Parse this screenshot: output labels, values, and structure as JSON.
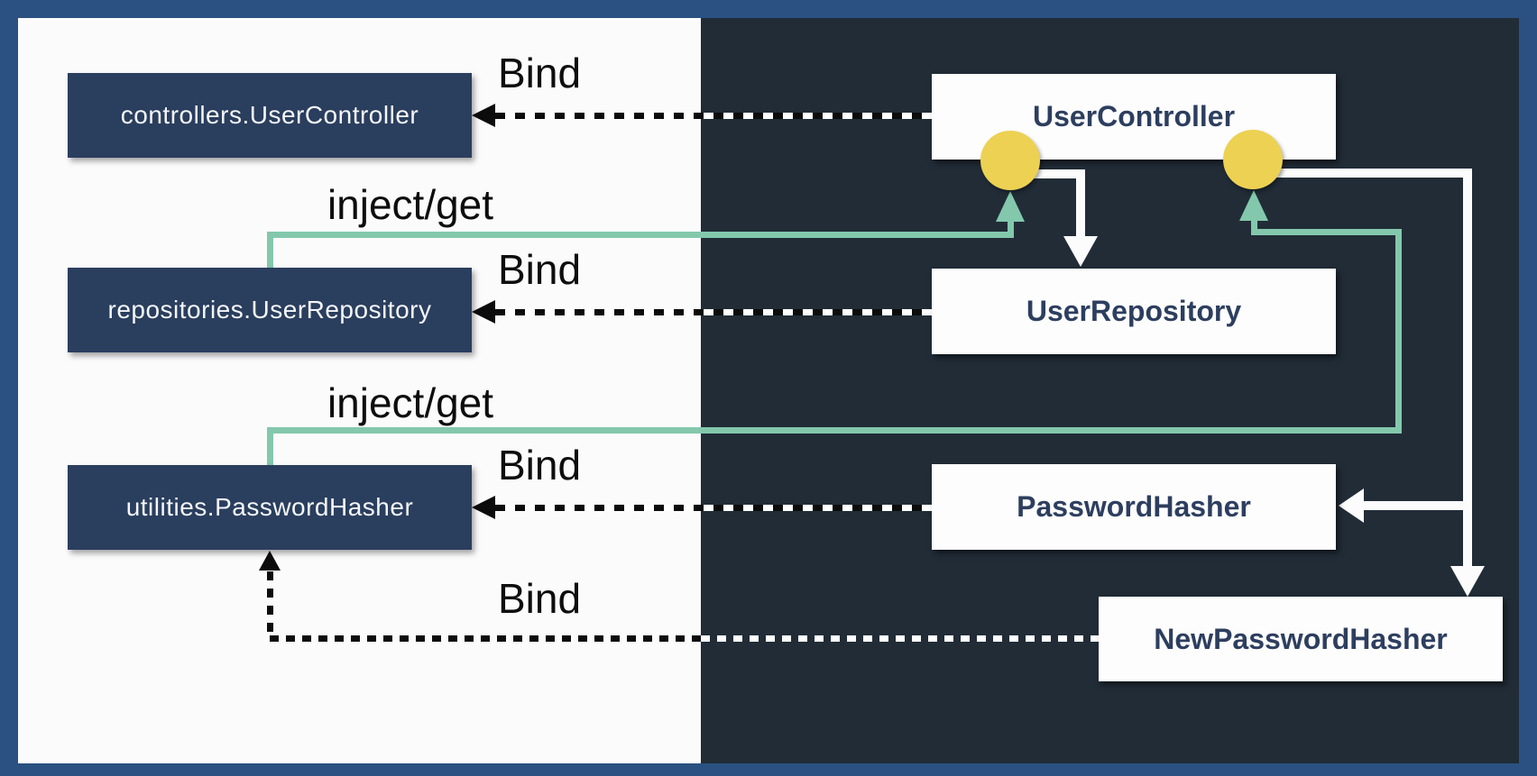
{
  "diagram": {
    "title_semantic": "Dependency injection container bindings",
    "colors": {
      "frame_blue": "#2a5181",
      "panel_light": "#fbfbfc",
      "panel_dark": "#212c37",
      "box_navy": "#2a3e5e",
      "box_white": "#fdfdfd",
      "text_light": "#f4f6f8",
      "text_navy": "#2d3e5f",
      "label_black": "#0d0d0d",
      "accent_teal": "#83c8ac",
      "accent_yellow": "#edd152",
      "line_white": "#fcfcfc"
    }
  },
  "left_panel": {
    "boxes": [
      {
        "label": "controllers.UserController"
      },
      {
        "label": "repositories.UserRepository"
      },
      {
        "label": "utilities.PasswordHasher"
      }
    ]
  },
  "right_panel": {
    "boxes": [
      {
        "label": "UserController"
      },
      {
        "label": "UserRepository"
      },
      {
        "label": "PasswordHasher"
      },
      {
        "label": "NewPasswordHasher"
      }
    ]
  },
  "edges": {
    "bind_labels": [
      "Bind",
      "Bind",
      "Bind",
      "Bind"
    ],
    "inject_labels": [
      "inject/get",
      "inject/get"
    ],
    "connections": [
      {
        "from": "UserController",
        "to": "controllers.UserController",
        "label": "Bind",
        "style": "dashed"
      },
      {
        "from": "UserRepository",
        "to": "repositories.UserRepository",
        "label": "Bind",
        "style": "dashed"
      },
      {
        "from": "PasswordHasher",
        "to": "utilities.PasswordHasher",
        "label": "Bind",
        "style": "dashed"
      },
      {
        "from": "NewPasswordHasher",
        "to": "utilities.PasswordHasher",
        "label": "Bind",
        "style": "dashed"
      },
      {
        "from": "repositories.UserRepository",
        "to": "UserController injection point 1",
        "label": "inject/get",
        "style": "solid-teal"
      },
      {
        "from": "utilities.PasswordHasher",
        "to": "UserController injection point 2",
        "label": "inject/get",
        "style": "solid-teal"
      },
      {
        "from": "UserController",
        "to": "UserRepository",
        "style": "solid-white"
      },
      {
        "from": "UserController",
        "to": "PasswordHasher",
        "style": "solid-white"
      },
      {
        "from": "UserController",
        "to": "NewPasswordHasher",
        "style": "solid-white"
      }
    ]
  }
}
